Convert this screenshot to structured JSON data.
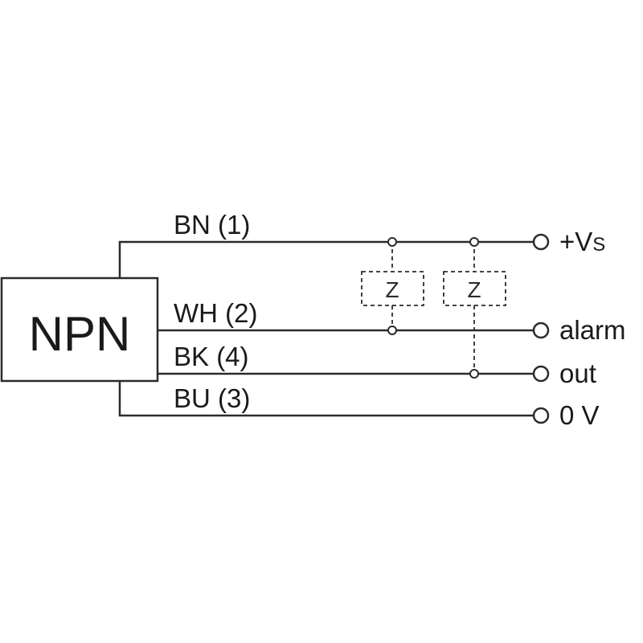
{
  "device": {
    "label": "NPN"
  },
  "wires": [
    {
      "id": "bn",
      "label": "BN (1)",
      "terminal": "+V",
      "terminal_sub": "S"
    },
    {
      "id": "wh",
      "label": "WH (2)",
      "terminal": "alarm"
    },
    {
      "id": "bk",
      "label": "BK (4)",
      "terminal": "out"
    },
    {
      "id": "bu",
      "label": "BU (3)",
      "terminal": "0 V"
    }
  ],
  "loads": [
    {
      "label": "Z"
    },
    {
      "label": "Z"
    }
  ]
}
